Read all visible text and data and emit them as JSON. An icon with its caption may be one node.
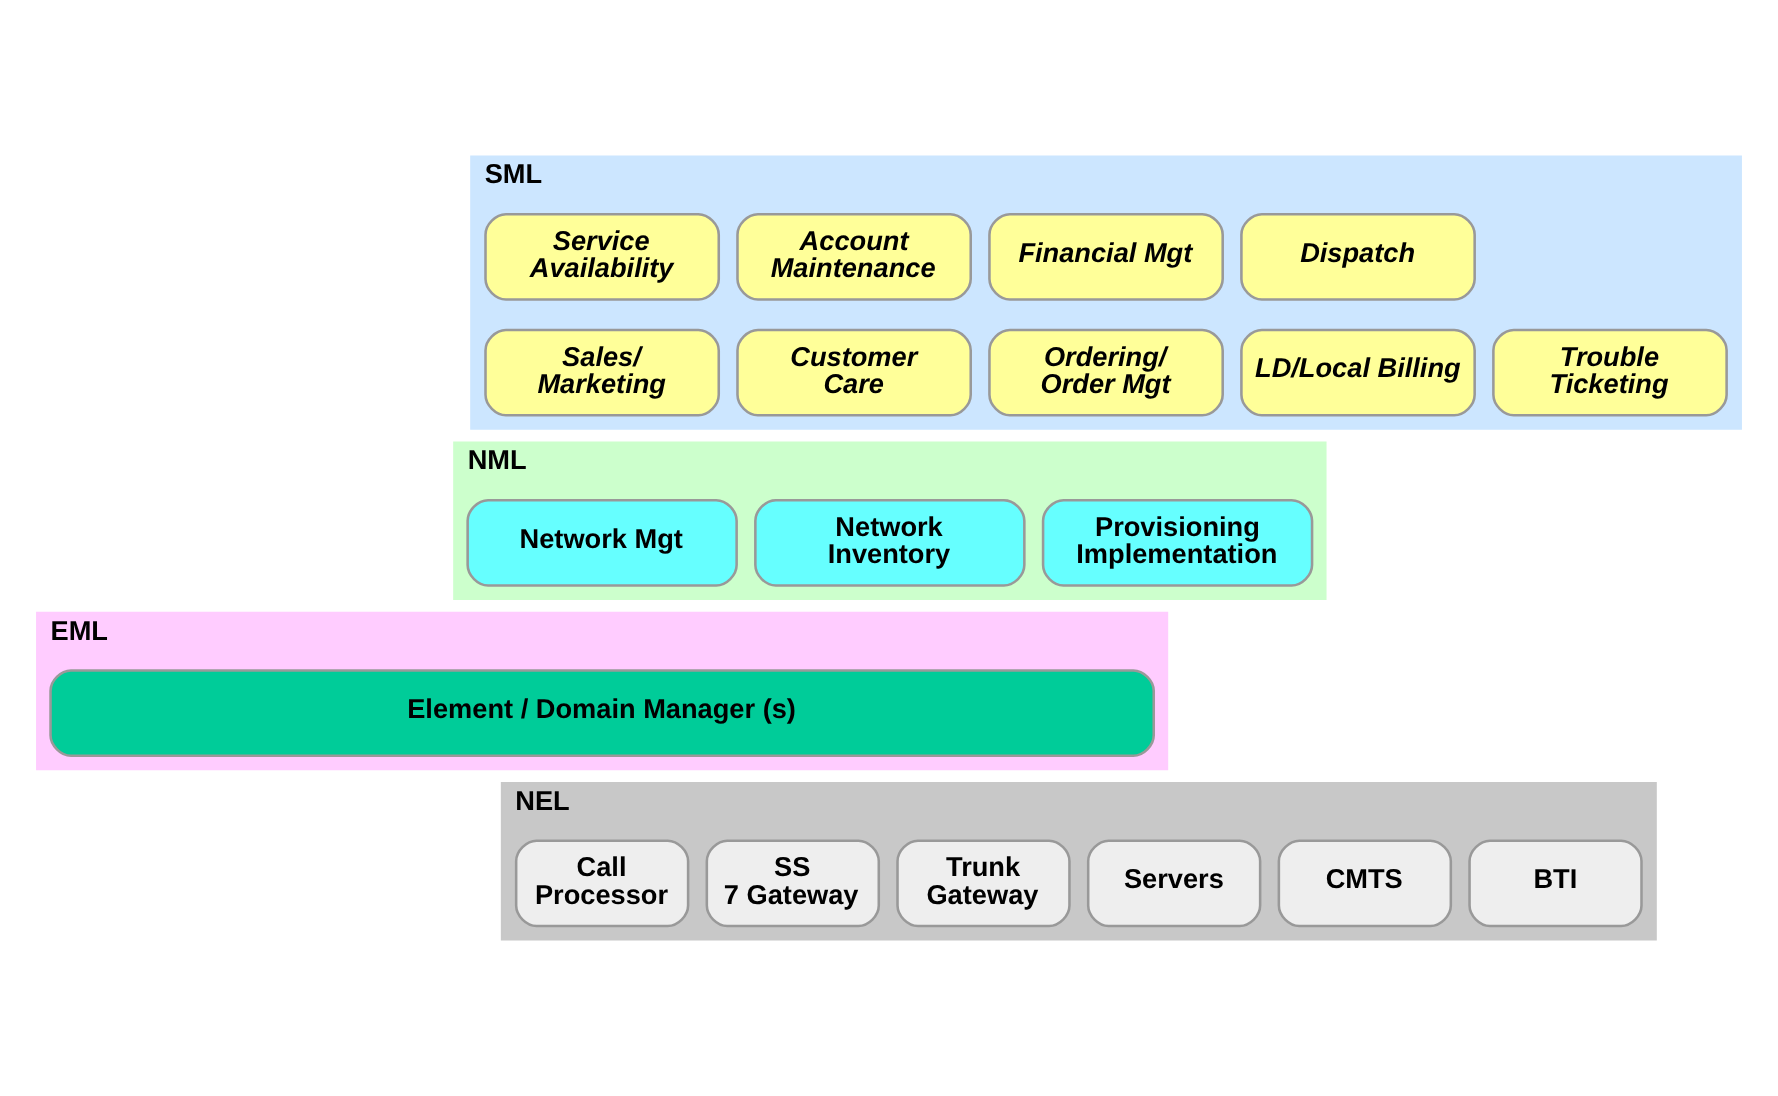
{
  "diagram": {
    "nodes": [
      {
        "text": [
          "SML"
        ]
      },
      {
        "text": [
          "Service Availability"
        ],
        "in": 0
      },
      {
        "text": [
          "Account Maintenance"
        ],
        "in": 0
      },
      {
        "text": [
          "Financial Mgt"
        ],
        "in": 0
      },
      {
        "text": [
          "Dispatch"
        ],
        "in": 0
      },
      {
        "text": [
          "Sales/ Marketing"
        ],
        "in": 0
      },
      {
        "text": [
          "Customer Care"
        ],
        "in": 0
      },
      {
        "text": [
          "Ordering/ Order Mgt"
        ],
        "in": 0
      },
      {
        "text": [
          "LD/Local Billing"
        ],
        "in": 0
      },
      {
        "text": [
          "Trouble Ticketing"
        ],
        "in": 0
      },
      {
        "text": [
          "NML"
        ]
      },
      {
        "text": [
          "Network Mgt"
        ],
        "in": 10
      },
      {
        "text": [
          "Network Inventory"
        ],
        "in": 10
      },
      {
        "text": [
          "Provisioning Implementation"
        ],
        "in": 10
      },
      {
        "text": [
          "EML"
        ]
      },
      {
        "text": [
          "Element / Domain Manager (s)"
        ],
        "in": 14
      },
      {
        "text": [
          "NEL"
        ]
      },
      {
        "text": [
          "Call Processor"
        ],
        "in": 16
      },
      {
        "text": [
          "SS 7 Gateway"
        ],
        "in": 16
      },
      {
        "text": [
          "Trunk Gateway"
        ],
        "in": 16
      },
      {
        "text": [
          "Servers"
        ],
        "in": 16
      },
      {
        "text": [
          "CMTS"
        ],
        "in": 16
      },
      {
        "text": [
          "BTI"
        ],
        "in": 16
      }
    ],
    "edges": []
  }
}
